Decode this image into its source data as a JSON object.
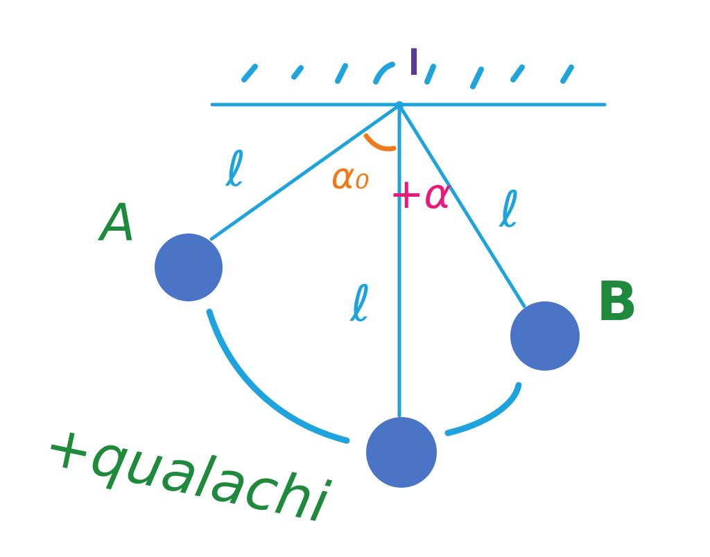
{
  "labels": {
    "support": "I",
    "left_length": "ℓ",
    "middle_length": "ℓ",
    "right_length": "ℓ",
    "alpha0": "α₀",
    "alpha": "+α",
    "point_a": "A",
    "point_b": "B",
    "origin_word": "+qualachi"
  },
  "colors": {
    "line": "#1fa3dc",
    "ball": "#4a74c6",
    "green": "#1f8a3c",
    "orange": "#f07a1a",
    "pink": "#e8197a",
    "purple": "#5a3a9a"
  }
}
